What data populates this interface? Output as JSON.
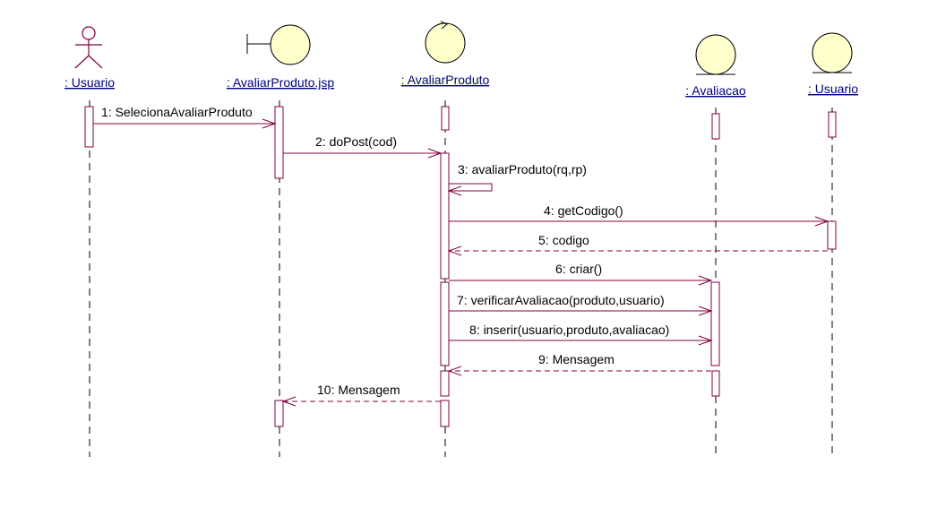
{
  "lifelines": [
    {
      "id": "usuario-actor",
      "label": ": Usuario",
      "kind": "actor"
    },
    {
      "id": "avaliar-produto-jsp",
      "label": ": AvaliarProduto.jsp",
      "kind": "boundary"
    },
    {
      "id": "avaliar-produto",
      "label": ": AvaliarProduto",
      "kind": "control"
    },
    {
      "id": "avaliacao",
      "label": ": Avaliacao",
      "kind": "entity"
    },
    {
      "id": "usuario-entity",
      "label": ": Usuario",
      "kind": "entity"
    }
  ],
  "messages": [
    {
      "label": "1: SelecionaAvaliarProduto",
      "from": "usuario-actor",
      "to": "avaliar-produto-jsp",
      "kind": "call"
    },
    {
      "label": "2: doPost(cod)",
      "from": "avaliar-produto-jsp",
      "to": "avaliar-produto",
      "kind": "call"
    },
    {
      "label": "3: avaliarProduto(rq,rp)",
      "from": "avaliar-produto",
      "to": "avaliar-produto",
      "kind": "self"
    },
    {
      "label": "4: getCodigo()",
      "from": "avaliar-produto",
      "to": "usuario-entity",
      "kind": "call"
    },
    {
      "label": "5: codigo",
      "from": "usuario-entity",
      "to": "avaliar-produto",
      "kind": "return"
    },
    {
      "label": "6: criar()",
      "from": "avaliar-produto",
      "to": "avaliacao",
      "kind": "call"
    },
    {
      "label": "7: verificarAvaliacao(produto,usuario)",
      "from": "avaliar-produto",
      "to": "avaliacao",
      "kind": "call"
    },
    {
      "label": "8: inserir(usuario,produto,avaliacao)",
      "from": "avaliar-produto",
      "to": "avaliacao",
      "kind": "call"
    },
    {
      "label": "9: Mensagem",
      "from": "avaliacao",
      "to": "avaliar-produto",
      "kind": "return"
    },
    {
      "label": "10: Mensagem",
      "from": "avaliar-produto",
      "to": "avaliar-produto-jsp",
      "kind": "return"
    }
  ],
  "colors": {
    "lifeline_label": "#000080",
    "message_line": "#800040",
    "icon_fill": "#ffffcc",
    "activation_border": "#800040"
  }
}
